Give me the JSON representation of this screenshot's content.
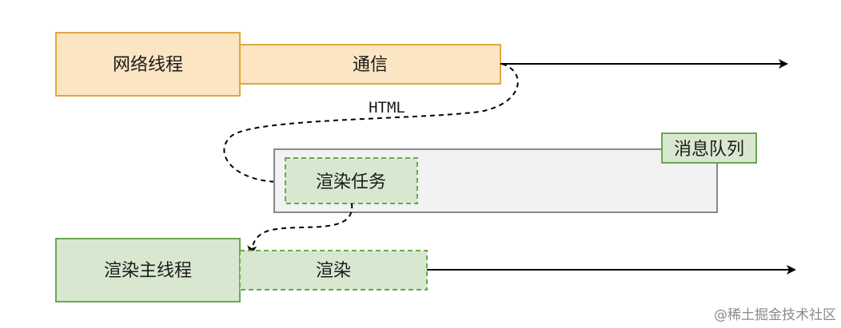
{
  "network_thread": {
    "label": "网络线程",
    "fill": "#fce5c3",
    "stroke": "#e2a83b"
  },
  "communication": {
    "label": "通信"
  },
  "html_label": "HTML",
  "message_queue": {
    "label": "消息队列",
    "fill": "#f2f2f2",
    "stroke": "#888888"
  },
  "render_task": {
    "label": "渲染任务",
    "fill": "#d8e8d0",
    "stroke": "#6aa84f"
  },
  "render_main_thread": {
    "label": "渲染主线程"
  },
  "render": {
    "label": "渲染"
  },
  "watermark": "@稀土掘金技术社区"
}
